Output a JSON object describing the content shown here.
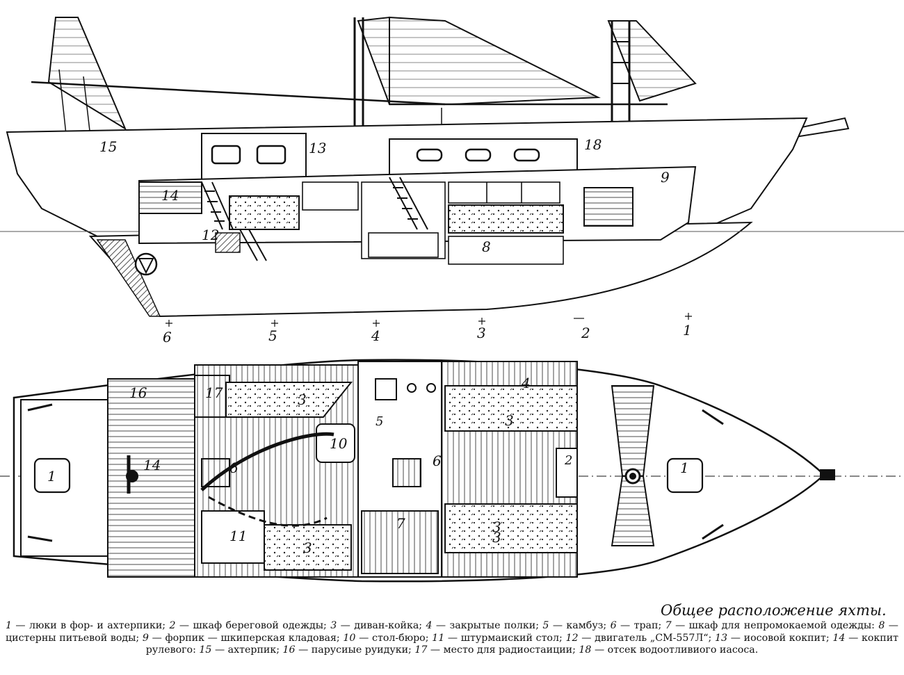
{
  "caption": {
    "title": "Общее расположение яхты.",
    "legend": [
      {
        "n": "1",
        "text": "люки в фор- и ахтерпики;"
      },
      {
        "n": "2",
        "text": "шкаф береговой одежды;"
      },
      {
        "n": "3",
        "text": "диван-койка;"
      },
      {
        "n": "4",
        "text": "закрытые полки;"
      },
      {
        "n": "5",
        "text": "камбуз;"
      },
      {
        "n": "6",
        "text": "трап;"
      },
      {
        "n": "7",
        "text": "шкаф для непромокаемой одежды:"
      },
      {
        "n": "8",
        "text": "цистерны питьевой воды;"
      },
      {
        "n": "9",
        "text": "форпик — шкиперская кладовая;"
      },
      {
        "n": "10",
        "text": "стол-бюро;"
      },
      {
        "n": "11",
        "text": "штурмаиский стол;"
      },
      {
        "n": "12",
        "text": "двигатель „СМ-557Л“;"
      },
      {
        "n": "13",
        "text": "иосовой кокпит;"
      },
      {
        "n": "14",
        "text": "кокпит рулевого:"
      },
      {
        "n": "15",
        "text": "ахтерпик;"
      },
      {
        "n": "16",
        "text": "парусиые руидуки;"
      },
      {
        "n": "17",
        "text": "место для радиостаиции;"
      },
      {
        "n": "18",
        "text": "отсек водоотливиого иасоса."
      }
    ]
  },
  "profile_labels": {
    "l15": "15",
    "l13": "13",
    "l18": "18",
    "l9": "9",
    "l14": "14",
    "l12": "12",
    "l8": "8",
    "s6": "6",
    "s5": "5",
    "s4": "4",
    "s3": "3",
    "s2": "2",
    "s1": "1"
  },
  "plan_labels": {
    "l16": "16",
    "l17": "17",
    "l3a": "3",
    "l10": "10",
    "l5": "5",
    "l4": "4",
    "l3b": "3",
    "l1a": "1",
    "l14": "14",
    "l6a": "6",
    "l6b": "6",
    "l2": "2",
    "l1b": "1",
    "l7": "7",
    "l3c": "3",
    "l3d": "3",
    "l11": "11",
    "l3e": "3"
  }
}
